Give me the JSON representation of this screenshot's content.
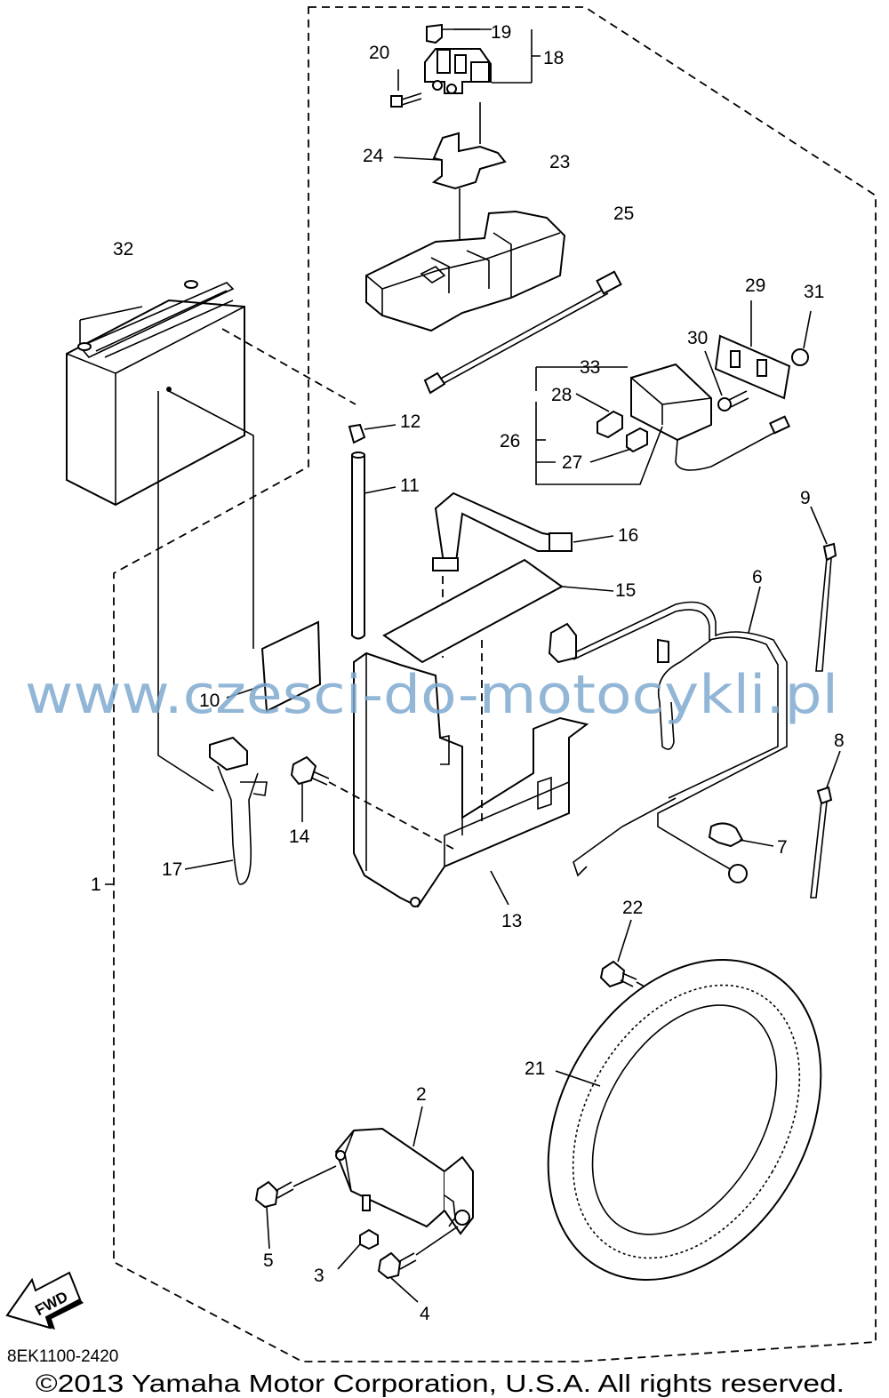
{
  "diagram": {
    "part_numbers": [
      "1",
      "2",
      "3",
      "4",
      "5",
      "6",
      "7",
      "8",
      "9",
      "10",
      "11",
      "12",
      "13",
      "14",
      "15",
      "16",
      "17",
      "18",
      "19",
      "20",
      "21",
      "22",
      "23",
      "24",
      "25",
      "26",
      "27",
      "28",
      "29",
      "30",
      "31",
      "32",
      "33"
    ],
    "watermark": "www.czesci-do-motocykli.pl",
    "drawing_code": "8EK1100-2420",
    "fwd_label": "FWD",
    "copyright": "©2013 Yamaha Motor Corporation, U.S.A. All rights reserved."
  }
}
